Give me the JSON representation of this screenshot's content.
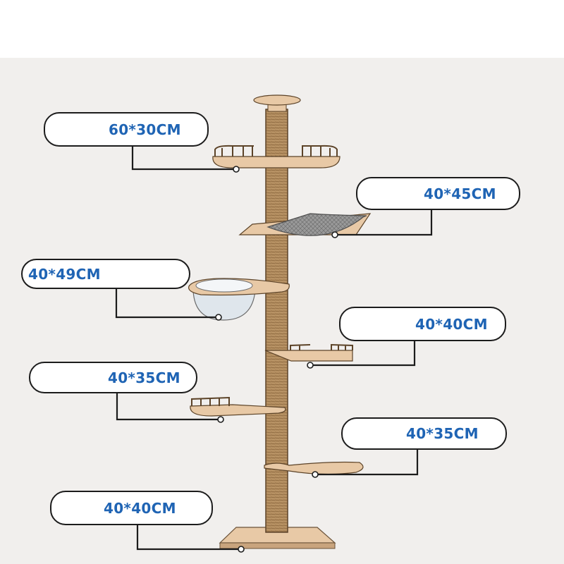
{
  "colors": {
    "label_text": "#1f64b4",
    "callout_border": "#1c1c1c",
    "post_sisal": "#b08a5c",
    "platform_wood": "#e8c9a6",
    "hammock_fabric": "#8c8c8c",
    "bowl_clear": "#dfe6ec",
    "background": "#f1efed"
  },
  "callouts": [
    {
      "label": "60*30CM"
    },
    {
      "label": "40*45CM"
    },
    {
      "label": "40*49CM"
    },
    {
      "label": "40*40CM"
    },
    {
      "label": "40*35CM"
    },
    {
      "label": "40*35CM"
    },
    {
      "label": "40*40CM"
    }
  ]
}
